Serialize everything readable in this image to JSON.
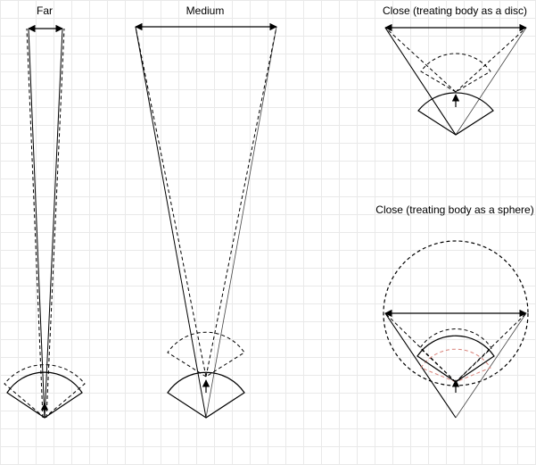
{
  "labels": {
    "far": "Far",
    "medium": "Medium",
    "close_disc": "Close (treating body as a disc)",
    "close_sphere": "Close (treating body as a sphere)"
  },
  "colors": {
    "stroke": "#000000",
    "grid": "#e9e9e9",
    "sphere_highlight": "#d9837b"
  }
}
